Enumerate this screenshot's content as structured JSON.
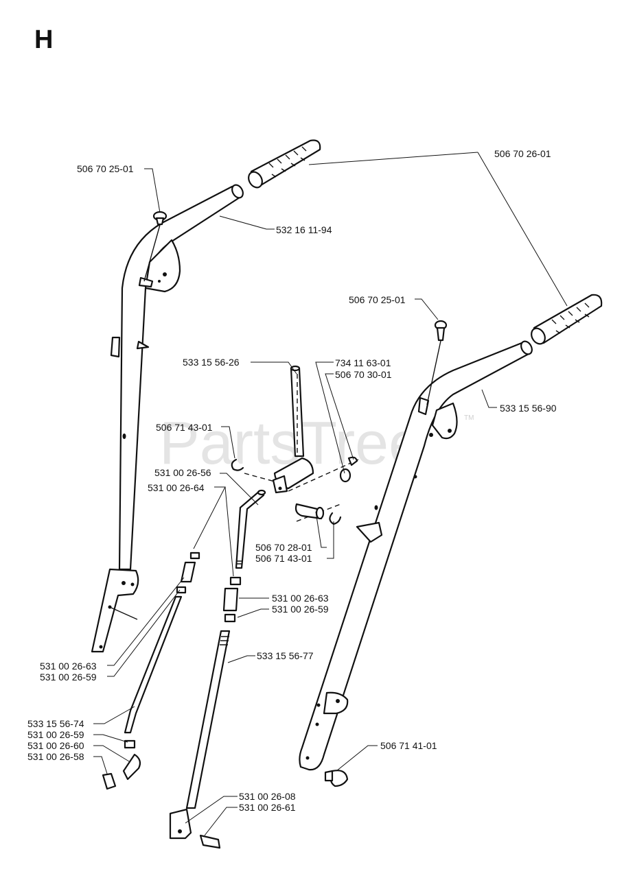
{
  "section_label": "H",
  "watermark": {
    "text": "PartsTree",
    "mark": "TM"
  },
  "labels": [
    "506 70 25-01",
    "506 70 26-01",
    "532 16 11-94",
    "506 70 25-01",
    "533 15 56-26",
    "734 11 63-01",
    "506 70 30-01",
    "533 15 56-90",
    "506 71 43-01",
    "531 00 26-56",
    "531 00 26-64",
    "506 70 28-01",
    "506 71 43-01",
    "531 00 26-63",
    "531 00 26-59",
    "533 15 56-77",
    "531 00 26-63",
    "531 00 26-59",
    "533 15 56-74",
    "531 00 26-59",
    "531 00 26-60",
    "531 00 26-58",
    "506 71 41-01",
    "531 00 26-08",
    "531 00 26-61"
  ]
}
